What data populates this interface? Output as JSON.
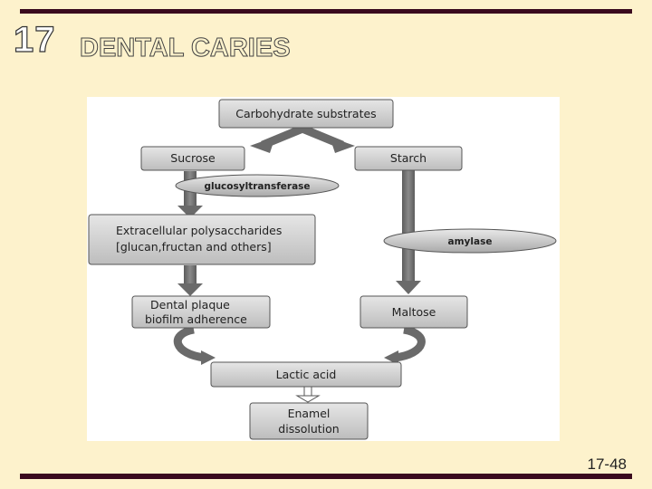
{
  "slide": {
    "number": "17",
    "title": "DENTAL CARIES",
    "page_label": "17-48"
  },
  "diagram": {
    "boxes": {
      "carbohydrate": "Carbohydrate substrates",
      "sucrose": "Sucrose",
      "starch": "Starch",
      "eps_line1": "Extracellular polysaccharides",
      "eps_line2": "[glucan,fructan and others]",
      "plaque_line1": "Dental plaque",
      "plaque_line2": "biofilm adherence",
      "maltose": "Maltose",
      "lactic": "Lactic acid",
      "enamel_line1": "Enamel",
      "enamel_line2": "dissolution"
    },
    "enzymes": {
      "gtf": "glucosyltransferase",
      "amylase": "amylase"
    }
  }
}
